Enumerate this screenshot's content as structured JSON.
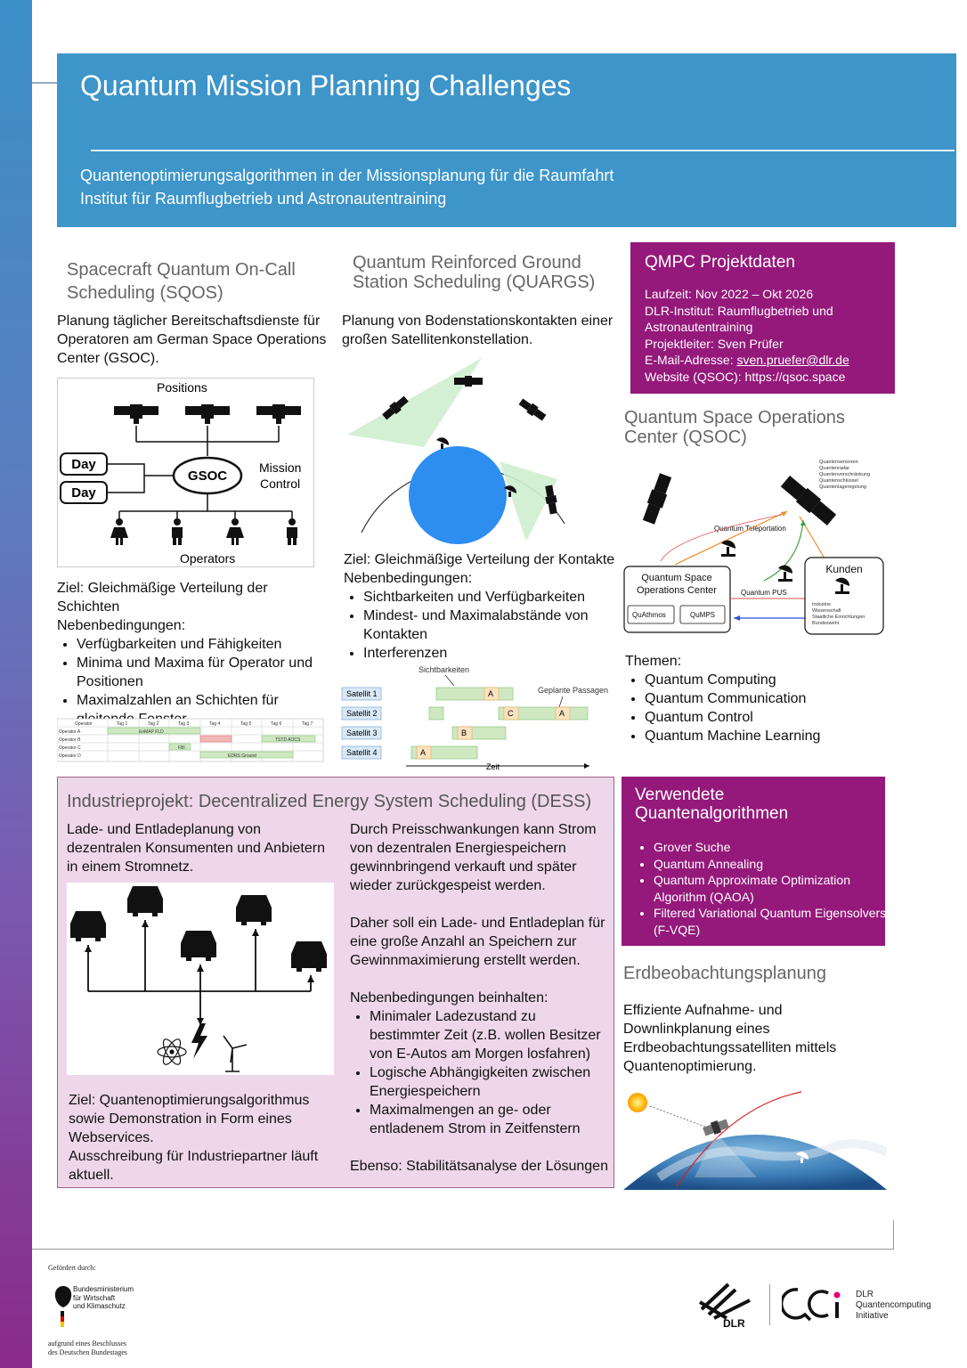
{
  "header": {
    "title": "Quantum Mission Planning Challenges",
    "subtitle_1": "Quantenoptimierungsalgorithmen in der Missionsplanung für die Raumfahrt",
    "subtitle_2": "Institut für Raumflugbetrieb und Astronautentraining"
  },
  "sqos": {
    "title_1": "Spacecraft Quantum On-Call",
    "title_2": "Scheduling (SQOS)",
    "intro": "Planung täglicher Bereitschaftsdienste für Operatoren am German Space Operations Center (GSOC).",
    "diagram": {
      "positions": "Positions",
      "day1": "Day",
      "day2": "Day",
      "gsoc": "GSOC",
      "mission_control_1": "Mission",
      "mission_control_2": "Control",
      "operators": "Operators"
    },
    "goal_1": "Ziel: Gleichmäßige Verteilung der Schichten",
    "goal_2": "Nebenbedingungen:",
    "bullets": [
      "Verfügbarkeiten und Fähigkeiten",
      "Minima und Maxima für Operator und Positionen",
      "Maximalzahlen an Schichten für gleitende Fenster"
    ],
    "table": {
      "headers": [
        "Operator",
        "Tag 1",
        "Tag 2",
        "Tag 3",
        "Tag 4",
        "Tag 5",
        "Tag 6",
        "Tag 7"
      ],
      "rows": [
        "Operator A",
        "Operator B",
        "Operator C",
        "Operator D"
      ],
      "bars": [
        "EnMAP FLD",
        "TSTD AOCS",
        "FBI",
        "EDRS Ground"
      ]
    }
  },
  "quargs": {
    "title_1": "Quantum Reinforced Ground",
    "title_2": "Station Scheduling (QUARGS)",
    "intro": "Planung von Bodenstationskontakten einer großen Satellitenkonstellation.",
    "goal_1": "Ziel: Gleichmäßige Verteilung der Kontakte",
    "goal_2": "Nebenbedingungen:",
    "bullets": [
      "Sichtbarkeiten und Verfügbarkeiten",
      "Mindest- und Maximalabstände von Kontakten",
      "Interferenzen"
    ],
    "timeline": {
      "label_visibility": "Sichtbarkeiten",
      "label_planned": "Geplante Passagen",
      "axis_label": "Zeit",
      "satellites": [
        "Satellit 1",
        "Satellit 2",
        "Satellit 3",
        "Satellit 4"
      ],
      "passes": [
        "A",
        "C",
        "A",
        "B",
        "A"
      ]
    }
  },
  "qmpc": {
    "title": "QMPC Projektdaten",
    "line_1": "Laufzeit: Nov 2022 – Okt 2026",
    "line_2": "DLR-Institut: Raumflugbetrieb und",
    "line_3": "Astronautentraining",
    "line_4": "Projektleiter: Sven Prüfer",
    "email_label": "E-Mail-Adresse: ",
    "email": "sven.pruefer@dlr.de",
    "website": "Website (QSOC): https://qsoc.space"
  },
  "qsoc": {
    "title_1": "Quantum Space Operations",
    "title_2": "Center (QSOC)",
    "diagram": {
      "box_1": "Quantum Space",
      "box_2": "Operations Center",
      "qua": "QuAthmos",
      "qumps": "QuMPS",
      "kunden": "Kunden",
      "teleport": "Quantum Teleportation",
      "pus": "Quantum PUS",
      "sensors": [
        "Quantensensoren",
        "Quantenradar",
        "Quantenverschränkung",
        "Quantenschlüssel",
        "Quantenlageregelung"
      ],
      "customers": [
        "Industrie",
        "Wissenschaft",
        "Staatliche Einrichtungen",
        "Bundeswehr"
      ]
    },
    "topics_label": "Themen:",
    "topics": [
      "Quantum Computing",
      "Quantum Communication",
      "Quantum Control",
      "Quantum Machine Learning"
    ]
  },
  "dess": {
    "title": "Industrieprojekt: Decentralized Energy System Scheduling (DESS)",
    "intro": "Lade- und Entladeplanung von dezentralen Konsumenten und Anbietern in einem Stromnetz.",
    "goal": "Ziel: Quantenoptimierungsalgorithmus sowie Demonstration in Form eines Webservices.",
    "tender": "Ausschreibung für Industriepartner läuft aktuell.",
    "para_1": "Durch Preisschwankungen kann Strom von dezentralen Energiespeichern gewinnbringend verkauft und später wieder zurückgespeist werden.",
    "para_2": "Daher soll ein Lade- und Entladeplan für eine große Anzahl an Speichern zur Gewinnmaximierung erstellt werden.",
    "constraints_label": "Nebenbedingungen beinhalten:",
    "constraints": [
      "Minimaler Ladezustand zu bestimmter Zeit (z.B. wollen Besitzer von E-Autos am Morgen losfahren)",
      "Logische Abhängigkeiten zwischen Energiespeichern",
      "Maximalmengen an ge- oder entladenem Strom in Zeitfenstern"
    ],
    "stability": "Ebenso: Stabilitätsanalyse der Lösungen"
  },
  "algorithms": {
    "title_1": "Verwendete",
    "title_2": "Quantenalgorithmen",
    "items": [
      "Grover Suche",
      "Quantum Annealing",
      "Quantum Approximate Optimization Algorithm (QAOA)",
      "Filtered Variational Quantum Eigensolvers (F-VQE)"
    ]
  },
  "earth": {
    "title": "Erdbeobachtungsplanung",
    "text": "Effiziente Aufnahme- und Downlinkplanung eines Erdbeobachtungssatelliten mittels Quantenoptimierung."
  },
  "footer": {
    "funded_by": "Gefördert durch:",
    "ministry_1": "Bundesministerium",
    "ministry_2": "für Wirtschaft",
    "ministry_3": "und Klimaschutz",
    "resolution_1": "aufgrund eines Beschlusses",
    "resolution_2": "des Deutschen Bundestages",
    "dlr": "DLR",
    "qci_1": "DLR",
    "qci_2": "Quantencomputing",
    "qci_3": "Initiative"
  },
  "colors": {
    "header_blue": "#3d95c9",
    "purple": "#94197a",
    "dess_bg": "#eed7ea"
  }
}
